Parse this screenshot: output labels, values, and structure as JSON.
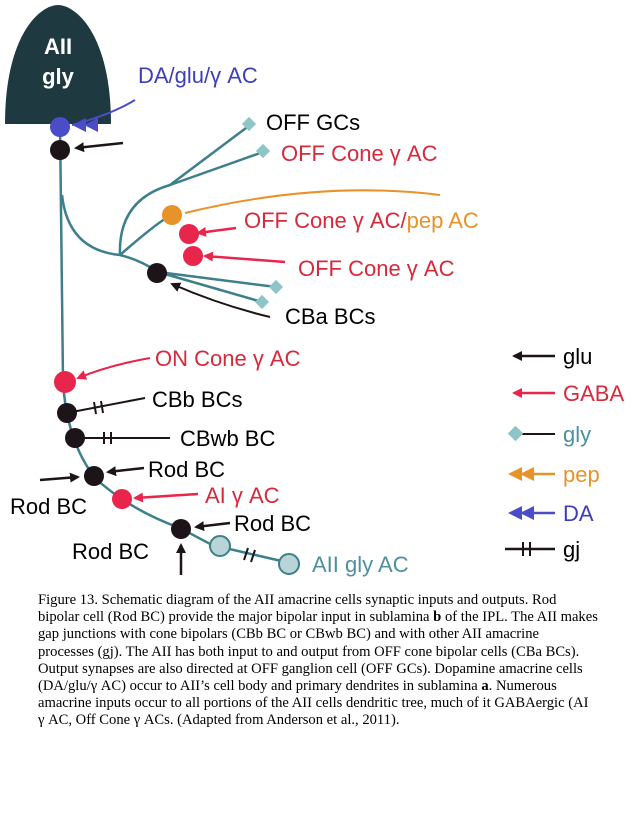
{
  "colors": {
    "glu": "#1c1418",
    "gaba": "#e8254a",
    "gly": "#8ec5c9",
    "pep": "#e8922a",
    "da": "#4b4dc8",
    "soma": "#1e3a40",
    "dendrite": "#3d7f8a",
    "red_text": "#d62a3b",
    "blue_text": "#3d3fb8",
    "gly_text": "#4f8fa2"
  },
  "cell": {
    "name_line1": "AII",
    "name_line2": "gly"
  },
  "labels": {
    "da_input": "DA/glu/γ AC",
    "off_gcs": "OFF GCs",
    "off_cone_ac_1": "OFF Cone γ AC",
    "off_cone_pep_a": "OFF Cone γ AC",
    "off_cone_pep_sep": "/",
    "off_cone_pep_b": "pep AC",
    "off_cone_ac_2": "OFF Cone γ AC",
    "cba_bcs": "CBa BCs",
    "on_cone_ac": "ON Cone γ AC",
    "cbb_bcs": "CBb BCs",
    "cbwb_bc": "CBwb BC",
    "rod_bc_1": "Rod BC",
    "rod_bc_2": "Rod BC",
    "ai_ac": "AI γ AC",
    "rod_bc_3": "Rod BC",
    "rod_bc_4": "Rod BC",
    "aii_gly_ac": "AII gly AC"
  },
  "legend": [
    {
      "key": "glu",
      "label": "glu",
      "icon": "solid-arrow-icon",
      "color": "#1c1418"
    },
    {
      "key": "gaba",
      "label": "GABA",
      "icon": "solid-arrow-icon",
      "color": "#e8254a"
    },
    {
      "key": "gly",
      "label": "gly",
      "icon": "diamond-icon",
      "color": "#8ec5c9"
    },
    {
      "key": "pep",
      "label": "pep",
      "icon": "double-arrow-icon",
      "color": "#e8922a"
    },
    {
      "key": "da",
      "label": "DA",
      "icon": "double-arrow-icon",
      "color": "#4b4dc8"
    },
    {
      "key": "gj",
      "label": "gj",
      "icon": "gap-junction-icon",
      "color": "#1c1418"
    }
  ],
  "caption": {
    "p1": "Figure 13. Schematic diagram of the AII amacrine cells synaptic inputs and outputs.  Rod bipolar cell (Rod BC) provide the major bipolar input in sublamina ",
    "b1": "b",
    "p2": " of the IPL. The AII makes gap junctions with cone bipolars (CBb BC or CBwb BC) and with other AII amacrine processes (gj). The AII has both input to and output from OFF cone bipolar cells (CBa BCs). Output synapses are also directed at OFF ganglion cell (OFF GCs). Dopamine amacrine cells (DA/glu/γ AC) occur to AII’s cell body and primary dendrites in sublamina ",
    "b2": "a",
    "p3": ". Numerous amacrine inputs occur to all portions of the AII cells dendritic tree, much of it GABAergic (AI γ AC, Off Cone γ ACs. (Adapted from Anderson et al., 2011)."
  }
}
